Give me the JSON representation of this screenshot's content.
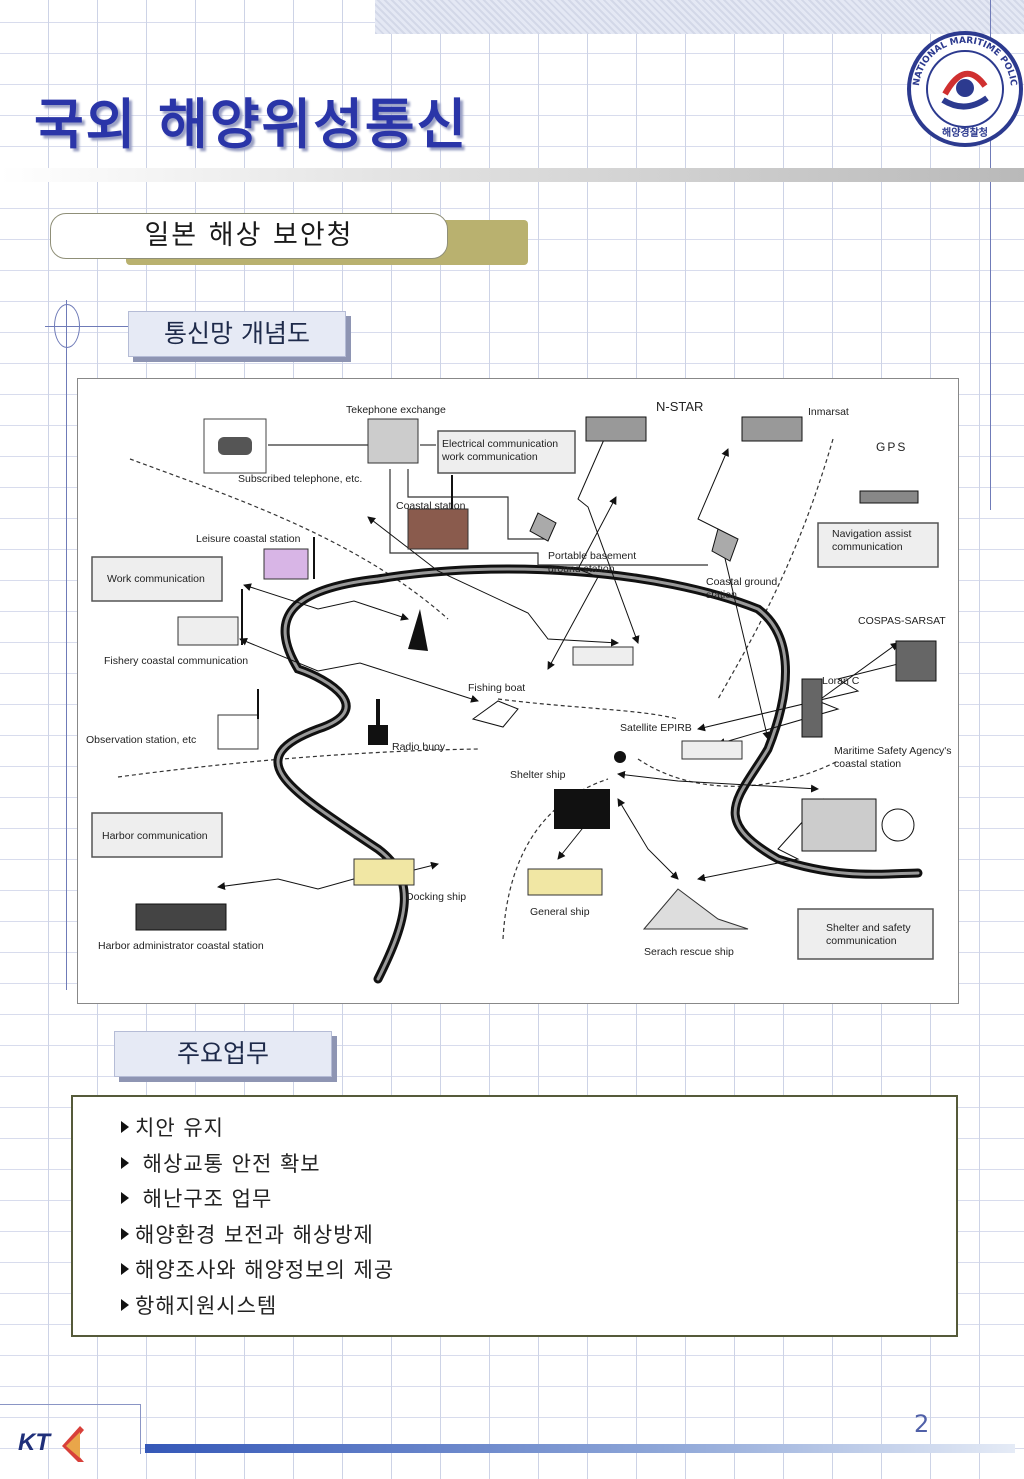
{
  "page": {
    "title": "국외 해양위성통신",
    "page_number": "2"
  },
  "logo": {
    "ring_text": "NATIONAL MARITIME POLICE AGENCY",
    "korean_text": "해양경찰청",
    "colors": {
      "ring": "#2c3a8f",
      "emblem_red": "#d03030"
    }
  },
  "section": {
    "subtitle": "일본 해상 보안청",
    "network_label": "통신망 개념도",
    "tasks_label": "주요업무"
  },
  "diagram": {
    "labels": {
      "telephone_exchange": "Tekephone exchange",
      "subscribed_telephone": "Subscribed telephone, etc.",
      "electrical_comm": "Electrical communication",
      "electrical_comm_2": "work communication",
      "nstar": "N-STAR",
      "inmarsat": "Inmarsat",
      "gps": "GPS",
      "coastal_station": "Coastal station",
      "leisure_coastal_station": "Leisure coastal station",
      "work_communication": "Work communication",
      "portable_basement": "Portable basement",
      "portable_basement_2": "ground station",
      "coastal_ground": "Coastal ground",
      "coastal_ground_2": "station",
      "navigation_assist": "Navigation assist",
      "navigation_assist_2": "communication",
      "cospas_sarsat": "COSPAS-SARSAT",
      "fishery_coastal": "Fishery coastal communication",
      "fishing_boat": "Fishing boat",
      "loran_c": "Loran C",
      "observation_station": "Observation station, etc",
      "radio_buoy": "Radio buoy",
      "satellite_epirb": "Satellite EPIRB",
      "maritime_safety": "Maritime Safety Agency's",
      "maritime_safety_2": "coastal station",
      "shelter_ship": "Shelter ship",
      "harbor_communication": "Harbor communication",
      "docking_ship": "Docking ship",
      "general_ship": "General ship",
      "shelter_safety": "Shelter and safety",
      "shelter_safety_2": "communication",
      "harbor_admin": "Harbor administrator coastal station",
      "search_rescue": "Serach rescue ship"
    }
  },
  "tasks": {
    "items": [
      "치안 유지",
      " 해상교통 안전 확보",
      " 해난구조 업무",
      "해양환경 보전과 해상방제",
      "해양조사와 해양정보의 제공",
      "항해지원시스템"
    ]
  },
  "footer": {
    "logo_text": "KT"
  }
}
